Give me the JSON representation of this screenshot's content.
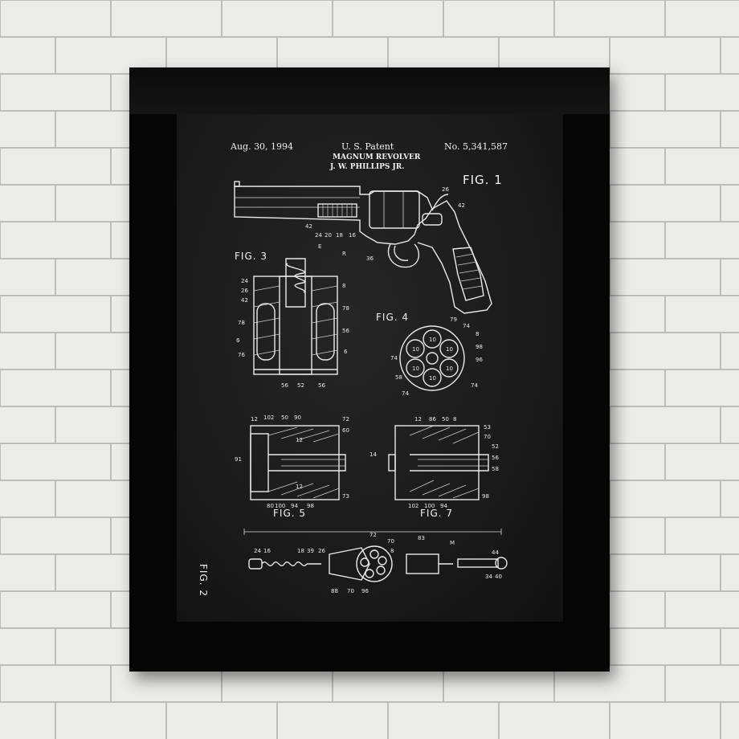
{
  "poster": {
    "date": "Aug. 30, 1994",
    "office": "U. S. Patent",
    "title": "MAGNUM REVOLVER",
    "inventor": "J. W. PHILLIPS JR.",
    "patent_number": "No. 5,341,587"
  },
  "figures": {
    "fig1": "FIG. 1",
    "fig2": "FIG. 2",
    "fig3": "FIG. 3",
    "fig4": "FIG. 4",
    "fig5": "FIG. 5",
    "fig7": "FIG. 7"
  },
  "colors": {
    "wall": "#ececea",
    "frame": "#050505",
    "blueprint": "#1c1c1c",
    "ink": "#eaeaea"
  }
}
